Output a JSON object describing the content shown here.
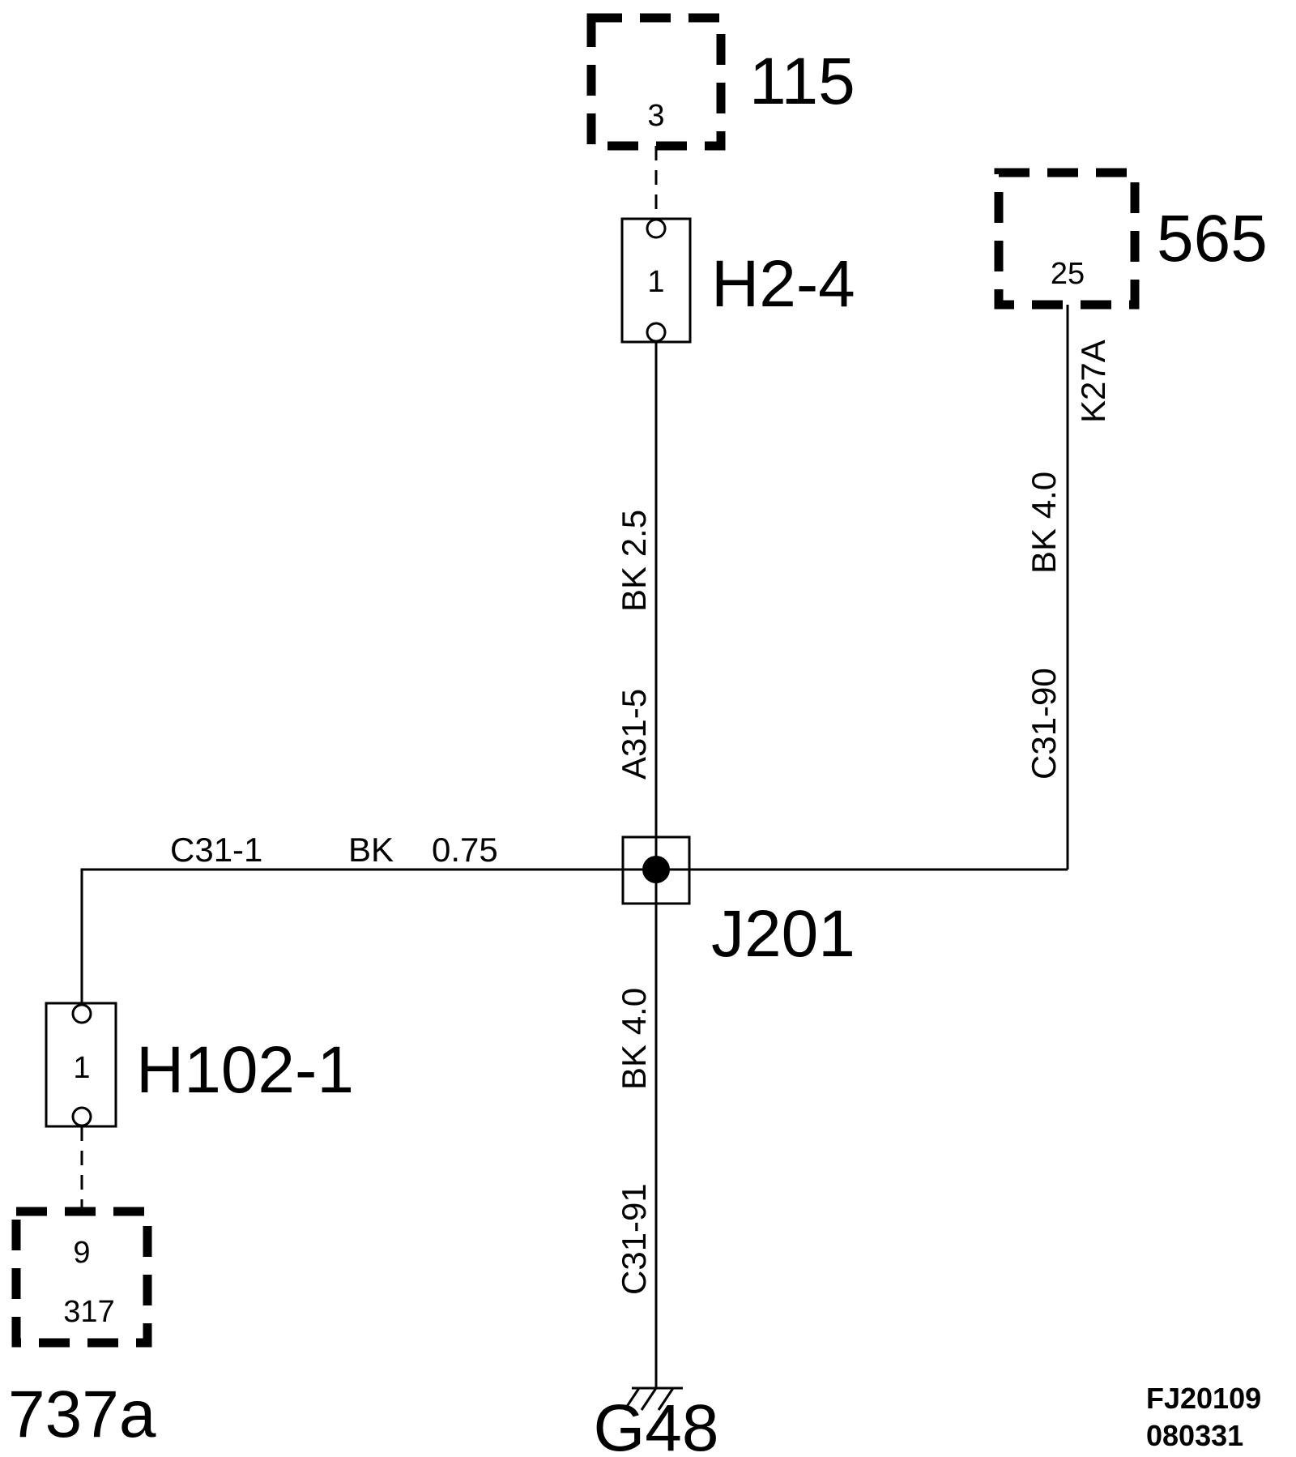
{
  "modules": {
    "m115": {
      "id": "115",
      "pin": "3"
    },
    "m565": {
      "id": "565",
      "pin": "25"
    },
    "m737a": {
      "id": "737a",
      "pin": "9",
      "sub": "317"
    }
  },
  "connectors": {
    "h2_4": {
      "id": "H2-4",
      "pin": "1"
    },
    "h102_1": {
      "id": "H102-1",
      "pin": "1"
    }
  },
  "splice": {
    "id": "J201"
  },
  "ground": {
    "id": "G48"
  },
  "wires": {
    "a31_5": {
      "circuit": "A31-5",
      "spec": "BK  2.5"
    },
    "c31_90": {
      "circuit": "C31-90",
      "spec": "BK  4.0",
      "tag": "K27A"
    },
    "c31_1": {
      "circuit": "C31-1",
      "color": "BK",
      "size": "0.75"
    },
    "c31_91": {
      "circuit": "C31-91",
      "spec": "BK  4.0"
    }
  },
  "doc_ref": {
    "line1": "FJ20109",
    "line2": "080331"
  }
}
